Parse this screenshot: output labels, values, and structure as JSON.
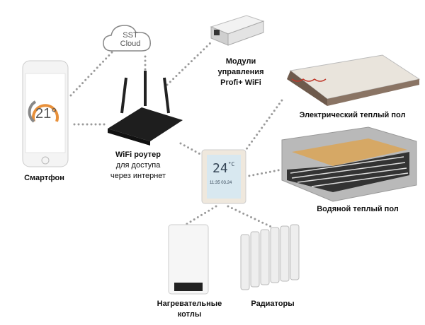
{
  "cloud": {
    "line1": "SST",
    "line2": "Cloud"
  },
  "module": {
    "label_line1": "Модули",
    "label_line2": "управления",
    "label_line3": "Profi+ WiFi"
  },
  "electric_floor": {
    "label": "Электрический теплый пол"
  },
  "water_floor": {
    "label": "Водяной теплый пол"
  },
  "smartphone": {
    "label": "Смартфон",
    "temperature": "21°"
  },
  "router": {
    "title": "WiFi роутер",
    "line2": "для доступа",
    "line3": "через интернет"
  },
  "thermostat": {
    "temperature": "24",
    "unit": "°C",
    "time": "11:35 03.24"
  },
  "boiler": {
    "label_line1": "Нагревательные",
    "label_line2": "котлы"
  },
  "radiator": {
    "label": "Радиаторы"
  },
  "colors": {
    "accent_orange": "#e8903a",
    "dots": "#9a9a9a"
  }
}
